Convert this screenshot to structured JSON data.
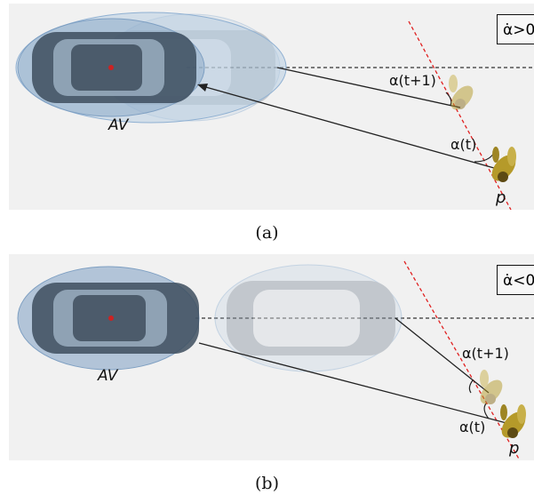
{
  "panel_a": {
    "badge": "α̇>0",
    "av_label": "AV",
    "angle_next": "α(t+1)",
    "angle_now": "α(t)",
    "pedestrian_label": "p",
    "caption": "(a)"
  },
  "panel_b": {
    "badge": "α̇<0",
    "av_label": "AV",
    "angle_next": "α(t+1)",
    "angle_now": "α(t)",
    "pedestrian_label": "p",
    "caption": "(b)"
  },
  "colors": {
    "panel_bg": "#f1f1f1",
    "ellipse": "#8fb0d2",
    "car_body": "#3d4d5e",
    "pedestrian": "#b59a2a",
    "trajectory": "#e02020",
    "heading": "#333333"
  }
}
